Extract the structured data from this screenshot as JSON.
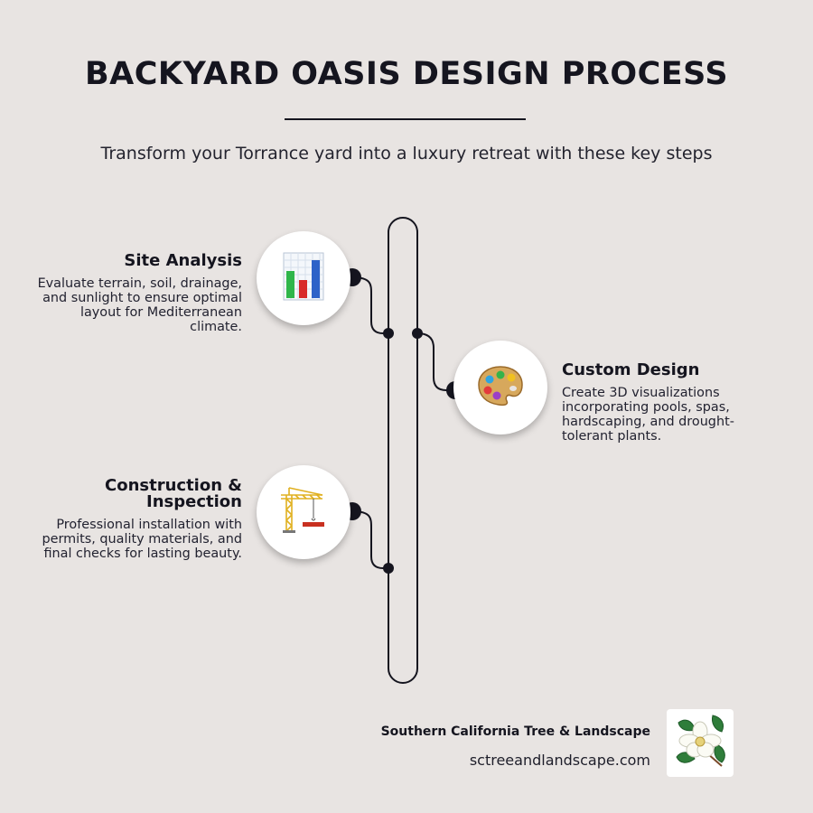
{
  "header": {
    "title": "BACKYARD OASIS DESIGN PROCESS",
    "subtitle": "Transform your Torrance yard into a luxury retreat with these key steps"
  },
  "steps": [
    {
      "title": "Site Analysis",
      "description": "Evaluate terrain, soil, drainage, and sunlight to ensure optimal layout for Mediterranean climate.",
      "icon": "bar-chart-icon"
    },
    {
      "title": "Custom Design",
      "description": "Create 3D visualizations incorporating pools, spas, hardscaping, and drought-tolerant plants.",
      "icon": "artist-palette-icon"
    },
    {
      "title": "Construction & Inspection",
      "description": "Professional installation with permits, quality materials, and final checks for lasting beauty.",
      "icon": "construction-crane-icon"
    }
  ],
  "footer": {
    "company": "Southern California Tree & Landscape",
    "website": "sctreeandlandscape.com",
    "logo_icon": "magnolia-flower-icon"
  },
  "colors": {
    "background": "#e8e4e2",
    "text": "#15151f",
    "node": "#15151f",
    "card": "#ffffff"
  }
}
